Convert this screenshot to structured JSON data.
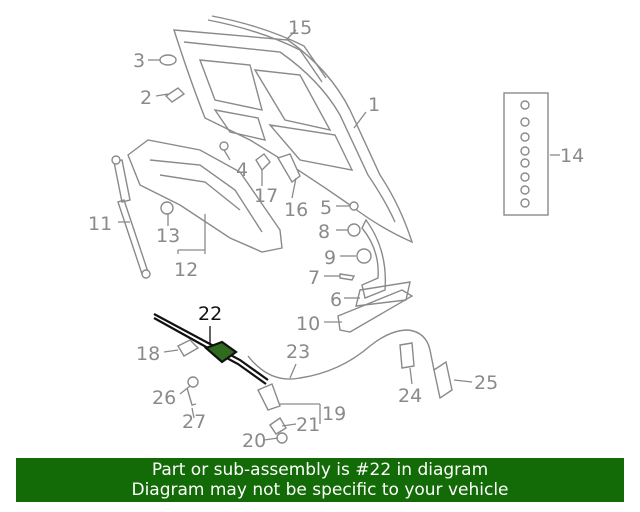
{
  "callouts": {
    "c1": "1",
    "c2": "2",
    "c3": "3",
    "c4": "4",
    "c5": "5",
    "c6": "6",
    "c7": "7",
    "c8": "8",
    "c9": "9",
    "c10": "10",
    "c11": "11",
    "c12": "12",
    "c13": "13",
    "c14": "14",
    "c15": "15",
    "c16": "16",
    "c17": "17",
    "c18": "18",
    "c19": "19",
    "c20": "20",
    "c21": "21",
    "c22": "22",
    "c23": "23",
    "c24": "24",
    "c25": "25",
    "c26": "26",
    "c27": "27"
  },
  "highlight_callout": "22",
  "colors": {
    "banner_bg": "#136b07",
    "banner_text": "#ffffff",
    "line_art": "#8a8a8a",
    "highlight": "#111111"
  },
  "banner": {
    "line1": "Part or sub-assembly is #22 in diagram",
    "line2": "Diagram may not be specific to your vehicle"
  }
}
